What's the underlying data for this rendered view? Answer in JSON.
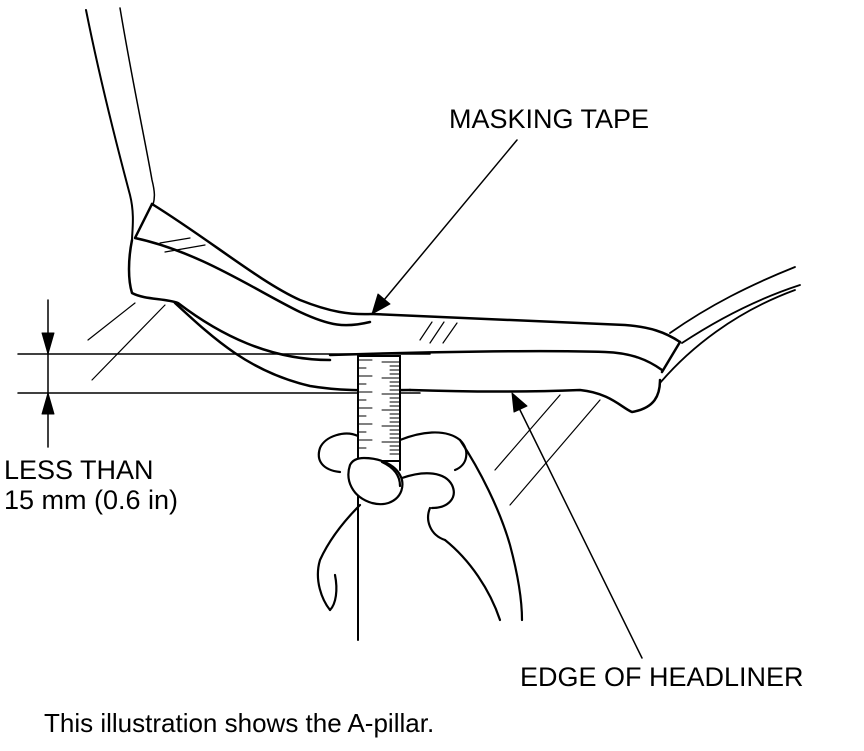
{
  "labels": {
    "masking_tape": "MASKING TAPE",
    "less_than_line1": "LESS THAN",
    "less_than_line2": "15 mm (0.6 in)",
    "edge_of_headliner": "EDGE OF HEADLINER"
  },
  "caption": "This illustration shows the A-pillar."
}
